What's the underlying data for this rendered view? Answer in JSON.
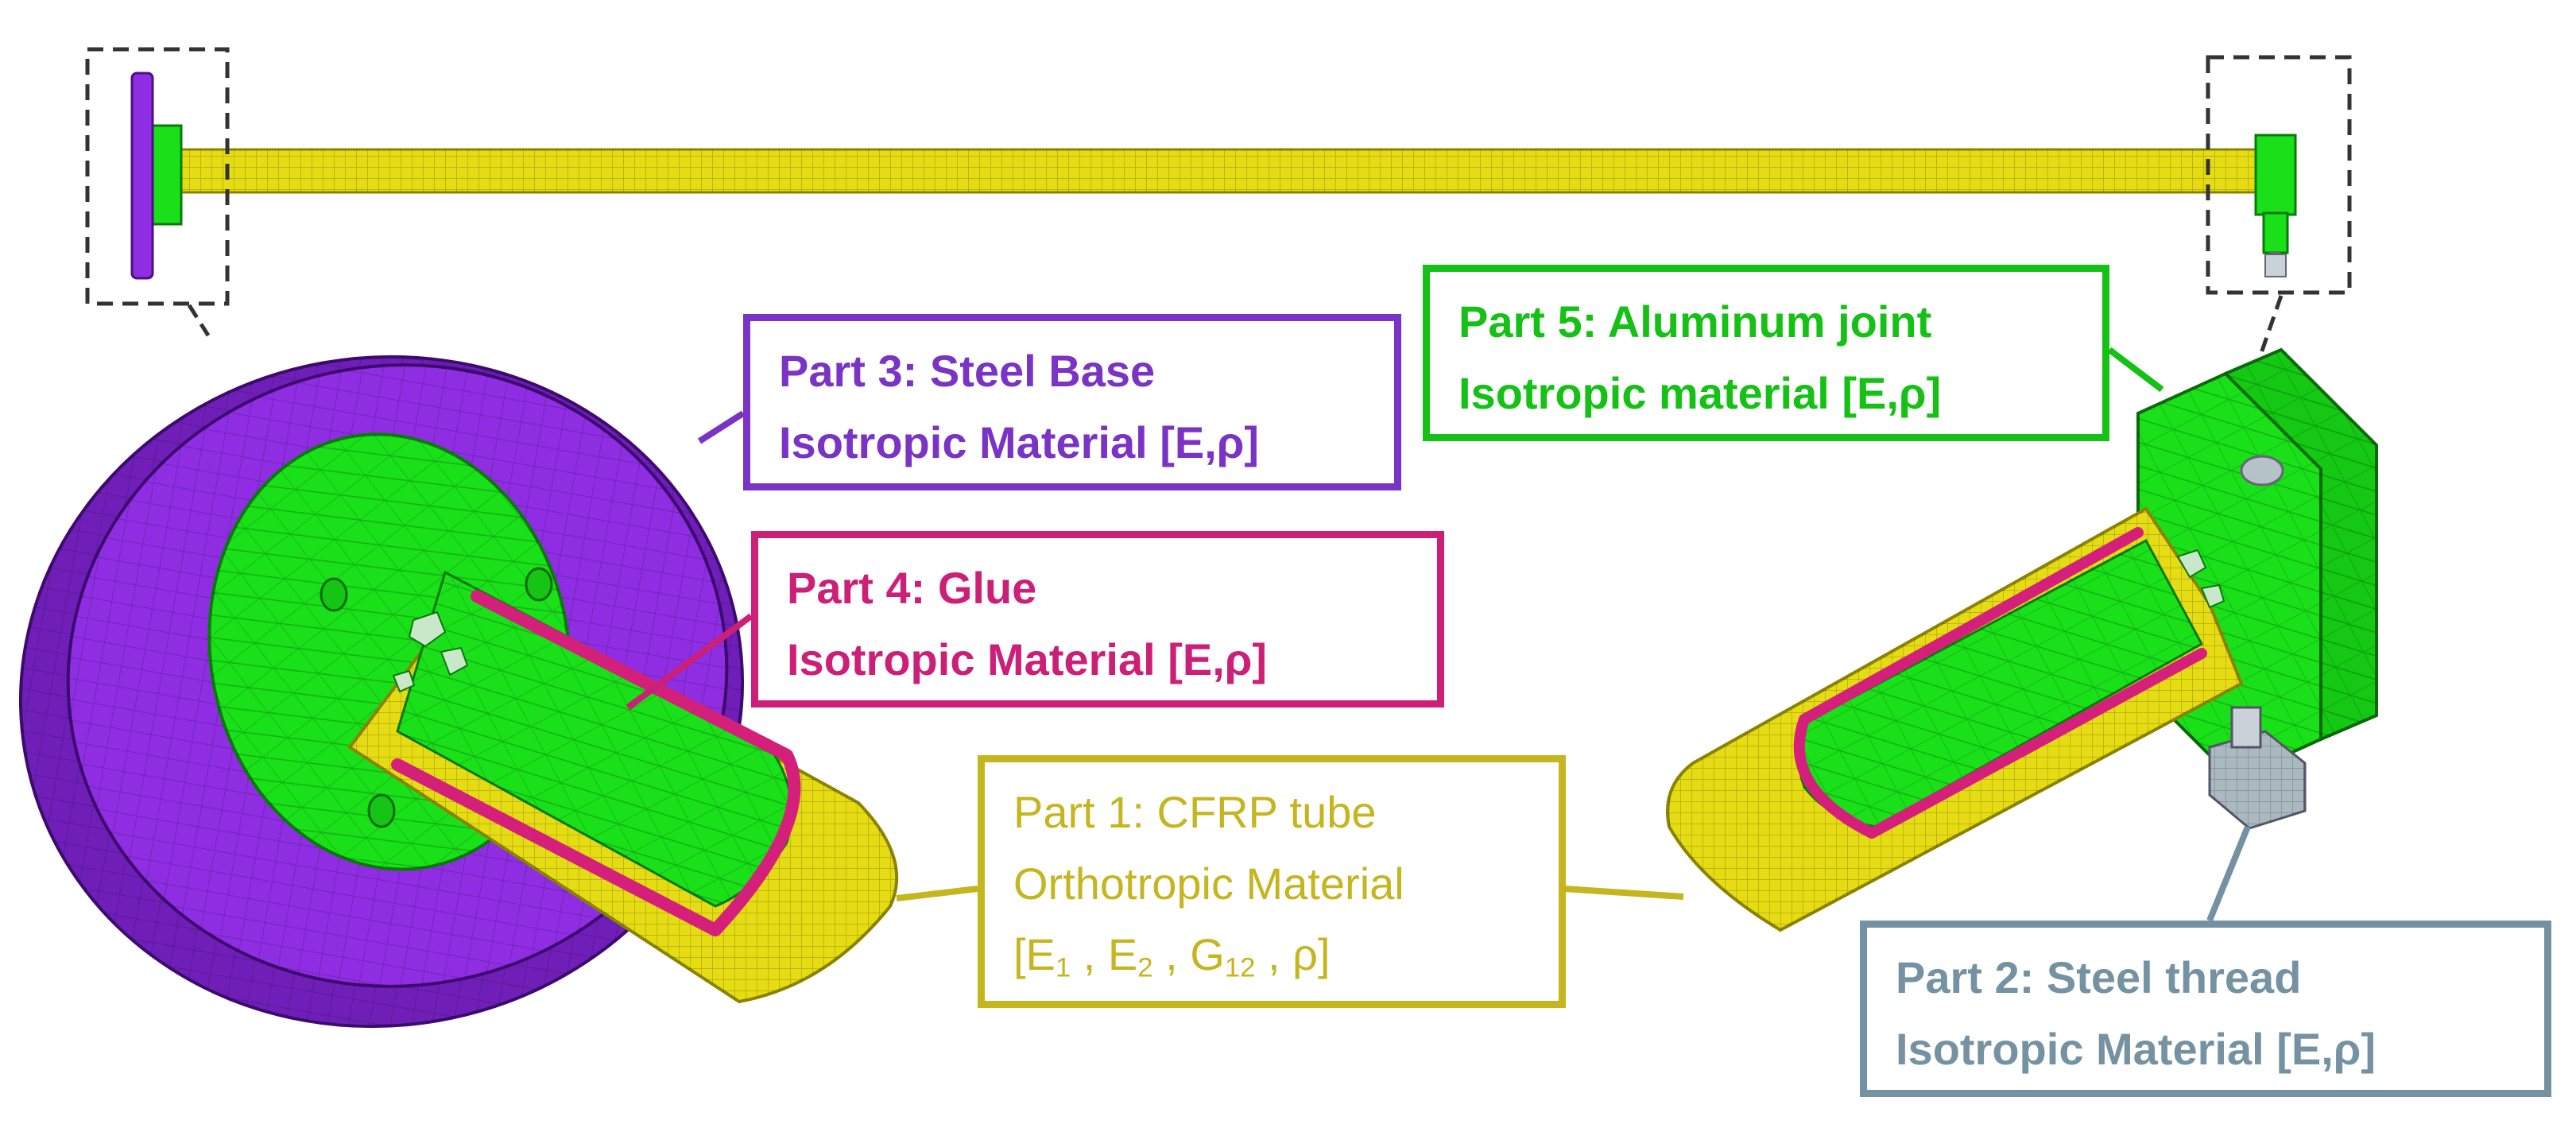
{
  "parts": {
    "part1": {
      "line1": "Part 1: CFRP tube",
      "line2": "Orthotropic Material",
      "line3_open": "[E",
      "line3_sub1": "1",
      "line3_sep1": " , E",
      "line3_sub2": "2",
      "line3_sep2": " , G",
      "line3_sub3": "12",
      "line3_close": " , ρ]",
      "color": "#c5b51e"
    },
    "part2": {
      "line1": "Part 2: Steel thread",
      "line2": "Isotropic Material [E,ρ]",
      "color": "#7592a2"
    },
    "part3": {
      "line1": "Part 3: Steel Base",
      "line2": "Isotropic Material [E,ρ]",
      "color": "#7a33c4"
    },
    "part4": {
      "line1": "Part 4: Glue",
      "line2": "Isotropic Material [E,ρ]",
      "color": "#cc1f77"
    },
    "part5": {
      "line1": "Part 5: Aluminum joint",
      "line2": "Isotropic material [E,ρ]",
      "color": "#16c116"
    }
  },
  "colors": {
    "steel_base": "#8e2de2",
    "aluminum": "#19e019",
    "cfrp": "#e6dc14",
    "glue": "#d4207a",
    "thread": "#aab8c0",
    "leader_dashed": "#333333"
  }
}
